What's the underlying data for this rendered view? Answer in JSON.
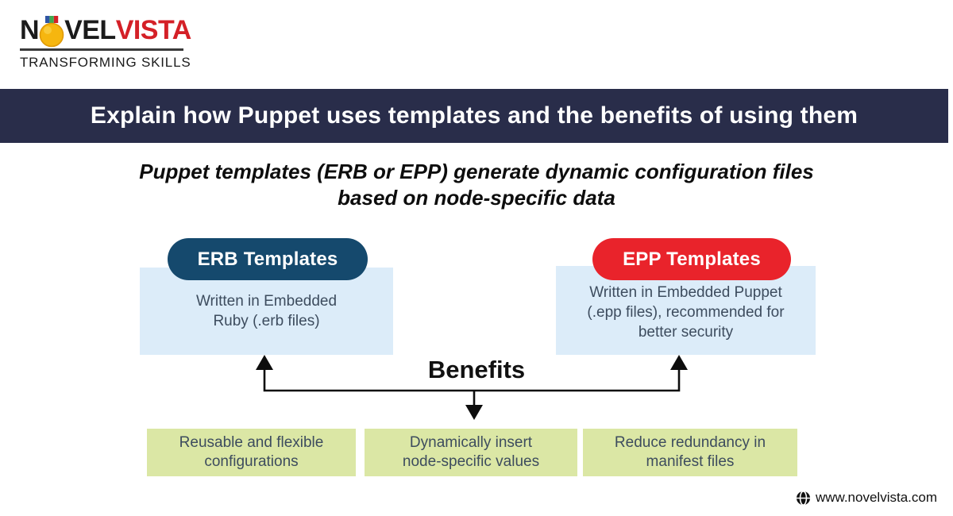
{
  "logo": {
    "part1": "N",
    "part2": "VEL",
    "part3": "VISTA",
    "tagline": "TRANSFORMING SKILLS",
    "medal_icon": "medal-icon"
  },
  "banner": {
    "title": "Explain how Puppet uses templates and the benefits of using them"
  },
  "subtitle": {
    "line1": "Puppet templates (ERB or EPP) generate dynamic configuration files",
    "line2": "based on node-specific data"
  },
  "erb": {
    "pill_label": "ERB Templates",
    "desc_line1": "Written in Embedded",
    "desc_line2": "Ruby (.erb files)"
  },
  "epp": {
    "pill_label": "EPP Templates",
    "desc_line1": "Written in Embedded Puppet",
    "desc_line2": "(.epp files), recommended for",
    "desc_line3": "better security"
  },
  "benefits": {
    "title": "Benefits",
    "items": [
      {
        "line1": "Reusable and flexible",
        "line2": "configurations"
      },
      {
        "line1": "Dynamically insert",
        "line2": "node-specific values"
      },
      {
        "line1": "Reduce redundancy in",
        "line2": "manifest files"
      }
    ]
  },
  "footer": {
    "website": "www.novelvista.com",
    "globe_icon": "globe-icon"
  },
  "colors": {
    "banner_bg": "#292d4a",
    "erb_pill": "#15496d",
    "epp_pill": "#e9232b",
    "light_blue_box": "#dcecf9",
    "green_box": "#dbe7a5",
    "slate_text": "#3d4c5e",
    "brand_red": "#d42027"
  }
}
